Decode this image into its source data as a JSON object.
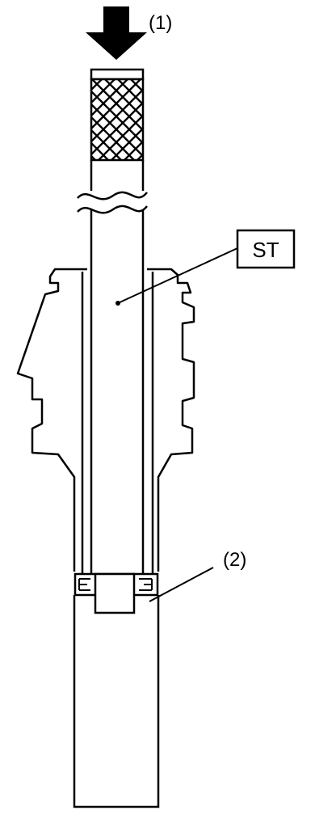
{
  "callouts": {
    "press_direction": "(1)",
    "seal_part": "(2)",
    "special_tool": "ST"
  },
  "icons": {
    "press_arrow": "down-arrow-icon"
  },
  "colors": {
    "line": "#000000",
    "background": "#ffffff"
  }
}
